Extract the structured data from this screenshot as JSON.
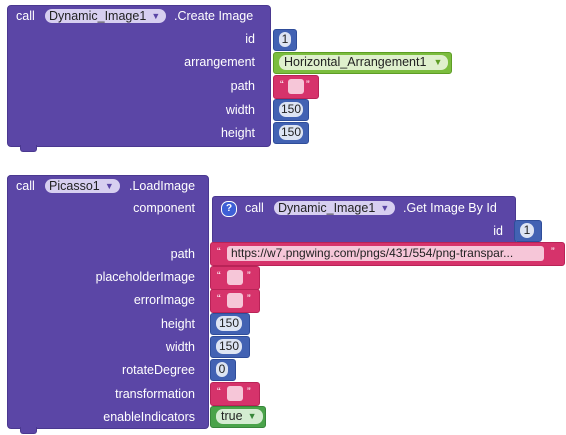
{
  "block1": {
    "call_label": "call",
    "component": "Dynamic_Image1",
    "method": ".Create Image",
    "params": {
      "id_label": "id",
      "id_value": "1",
      "arrangement_label": "arrangement",
      "arrangement_value": "Horizontal_Arrangement1",
      "path_label": "path",
      "width_label": "width",
      "width_value": "150",
      "height_label": "height",
      "height_value": "150"
    }
  },
  "block2": {
    "call_label": "call",
    "component": "Picasso1",
    "method": ".LoadImage",
    "params": {
      "component_label": "component",
      "inner_call_label": "call",
      "inner_component": "Dynamic_Image1",
      "inner_method": ".Get Image By Id",
      "inner_id_label": "id",
      "inner_id_value": "1",
      "path_label": "path",
      "path_value": "https://w7.pngwing.com/pngs/431/554/png-transpar...",
      "placeholder_label": "placeholderImage",
      "error_label": "errorImage",
      "height_label": "height",
      "height_value": "150",
      "width_label": "width",
      "width_value": "150",
      "rotate_label": "rotateDegree",
      "rotate_value": "0",
      "transformation_label": "transformation",
      "indicators_label": "enableIndicators",
      "indicators_value": "true"
    }
  },
  "quote_open": "“",
  "quote_close": "”",
  "dropdown_arrow": "▼",
  "help_glyph": "?",
  "colors": {
    "procedure": "#5b46a6",
    "number": "#4262b3",
    "text": "#d6336b",
    "component": "#7bbd3e",
    "logic": "#4aa34a"
  }
}
